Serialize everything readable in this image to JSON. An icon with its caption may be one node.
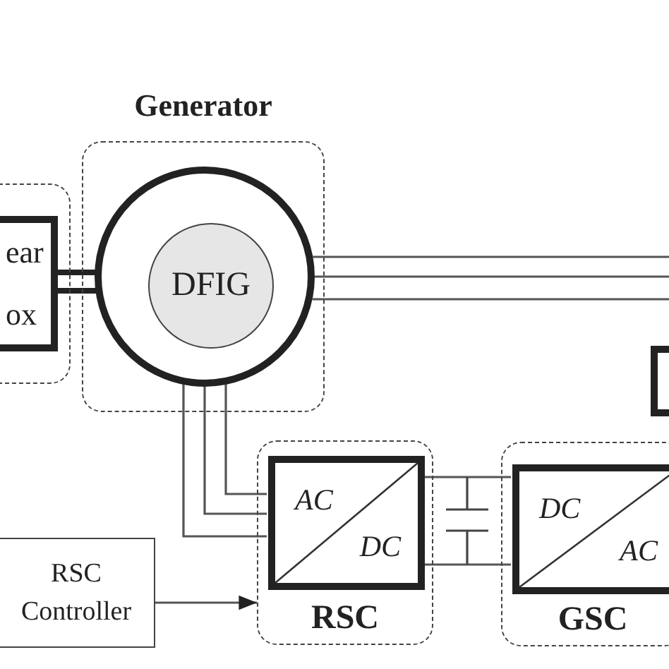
{
  "diagram": {
    "nodes": [
      {
        "text": [],
        "shape": "box"
      },
      {
        "text": [
          "ear ox"
        ],
        "in": 0
      },
      {
        "text": [
          "Generator"
        ]
      },
      {
        "text": [],
        "shape": "circle",
        "in": 2
      },
      {
        "text": [
          "DFIG"
        ],
        "in": 3
      },
      {
        "text": [
          "RSC"
        ]
      },
      {
        "text": [
          "AC",
          "DC"
        ],
        "in": 5
      },
      {
        "text": [
          "GSC"
        ]
      },
      {
        "text": [
          "DC",
          "AC"
        ],
        "in": 7
      },
      {
        "text": [
          "RSC Controller"
        ]
      },
      {
        "text": [],
        "shape": "box"
      }
    ],
    "edges": [
      {
        "from": 1,
        "to": 4,
        "arrow": "none",
        "style": "thick"
      },
      {
        "from": 1,
        "to": 4,
        "arrow": "none",
        "style": "thick"
      },
      {
        "from": 3,
        "to": null,
        "arrow": "none"
      },
      {
        "from": 3,
        "to": null,
        "arrow": "none"
      },
      {
        "from": 3,
        "to": null,
        "arrow": "none"
      },
      {
        "from": 4,
        "to": 6,
        "arrow": "none"
      },
      {
        "from": 4,
        "to": 6,
        "arrow": "none"
      },
      {
        "from": 4,
        "to": 6,
        "arrow": "none"
      },
      {
        "from": 6,
        "to": 8,
        "arrow": "none"
      },
      {
        "from": 6,
        "to": 8,
        "arrow": "none"
      },
      {
        "from": 9,
        "to": 5,
        "arrow": "to"
      }
    ]
  }
}
